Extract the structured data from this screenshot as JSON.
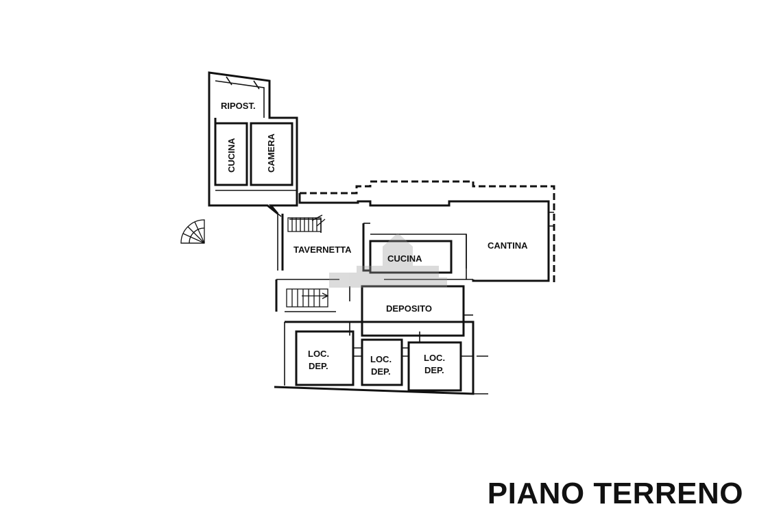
{
  "floor_title": "PIANO TERRENO",
  "rooms": {
    "ripostiglio": "RIPOST.",
    "cucina_upper": "CUCINA",
    "camera": "CAMERA",
    "tavernetta": "TAVERNETTA",
    "cucina_main": "CUCINA",
    "cantina": "CANTINA",
    "deposito": "DEPOSITO",
    "loc_dep_1": [
      "LOC.",
      "DEP."
    ],
    "loc_dep_2": [
      "LOC.",
      "DEP."
    ],
    "loc_dep_3": [
      "LOC.",
      "DEP."
    ]
  },
  "icons": {
    "compass": "spiral-stair-icon",
    "watermark": "building-watermark-icon"
  },
  "colors": {
    "lines": "#111111",
    "watermark": "#c8c8c8"
  }
}
